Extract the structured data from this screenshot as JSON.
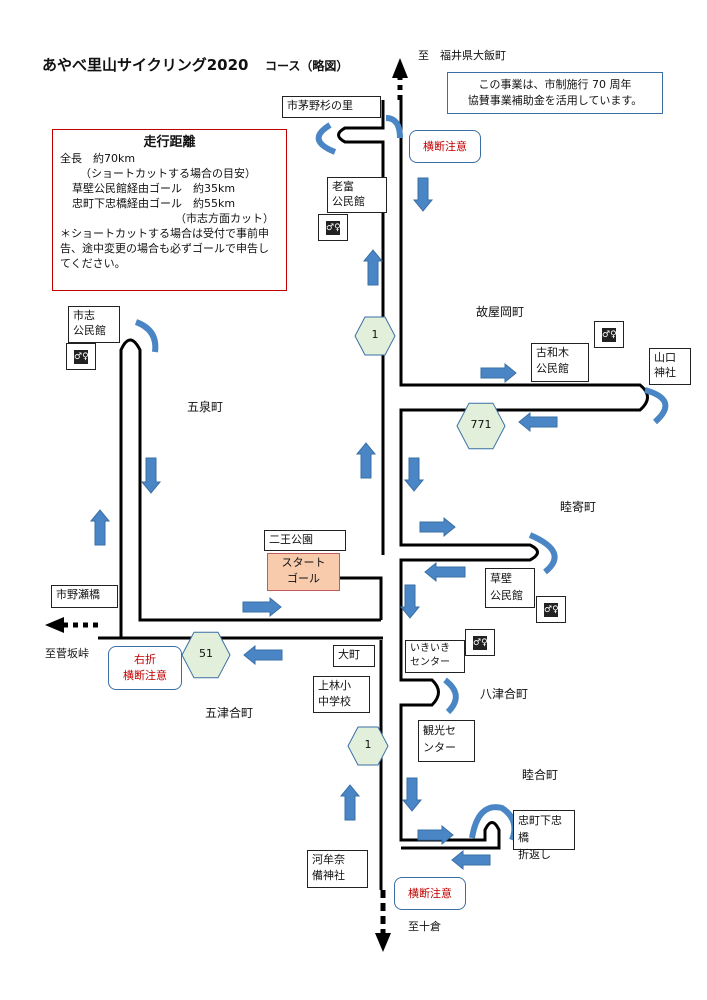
{
  "title": "あやべ里山サイクリング2020",
  "subtitle": "コース（略図）",
  "notice": {
    "line1": "この事業は、市制施行 70 周年",
    "line2": "協賛事業補助金を活用しています。"
  },
  "distance_box": {
    "heading": "走行距離",
    "lines": [
      "全長　約70km",
      "（ショートカットする場合の目安）",
      "草壁公民館経由ゴール　約35km",
      "忠町下忠橋経由ゴール　約55km",
      "（市志方面カット）",
      "＊ショートカットする場合は受付で事前申告、途中変更の場合も必ずゴールで申告してください。"
    ]
  },
  "directions": {
    "north": "至　福井県大飯町",
    "west": "至菅坂峠",
    "south": "至十倉"
  },
  "places": {
    "ichikaya": "市茅野杉の里",
    "otomi": [
      "老富",
      "公民館"
    ],
    "ichishi": [
      "市志",
      "公民館"
    ],
    "kowaki": [
      "古和木",
      "公民館"
    ],
    "yamaguchi": [
      "山口",
      "神社"
    ],
    "nioh": "二王公園",
    "start": [
      "スタート",
      "ゴール"
    ],
    "kusakabe": [
      "草壁",
      "公民館"
    ],
    "ichinose": "市野瀬橋",
    "omachi": "大町",
    "ikiiki": [
      "いきいき",
      "センター"
    ],
    "kanbayashi": [
      "上林小",
      "中学校"
    ],
    "kanko": [
      "観光セ",
      "ンター"
    ],
    "tadacho": [
      "忠町下忠橋",
      "折返し"
    ],
    "kamunabi": [
      "河牟奈",
      "備神社"
    ]
  },
  "towns": {
    "koyaoka": "故屋岡町",
    "goizumi": "五泉町",
    "mutsuyori": "睦寄町",
    "yatsuai": "八津合町",
    "itsuai": "五津合町",
    "mutsuai": "睦合町"
  },
  "cautions": {
    "top": "横断注意",
    "left": [
      "右折",
      "横断注意"
    ],
    "bottom": "横断注意"
  },
  "routes": {
    "r1_upper": "1",
    "r771": "771",
    "r51": "51",
    "r1_lower": "1"
  },
  "icons": {
    "toilet": "toilet-icon"
  },
  "colors": {
    "arrow": "#4a86c5",
    "caution_text": "#c00000",
    "start_fill": "#f8cbad",
    "hex_fill": "#e2efda",
    "distance_border": "#c00000"
  }
}
